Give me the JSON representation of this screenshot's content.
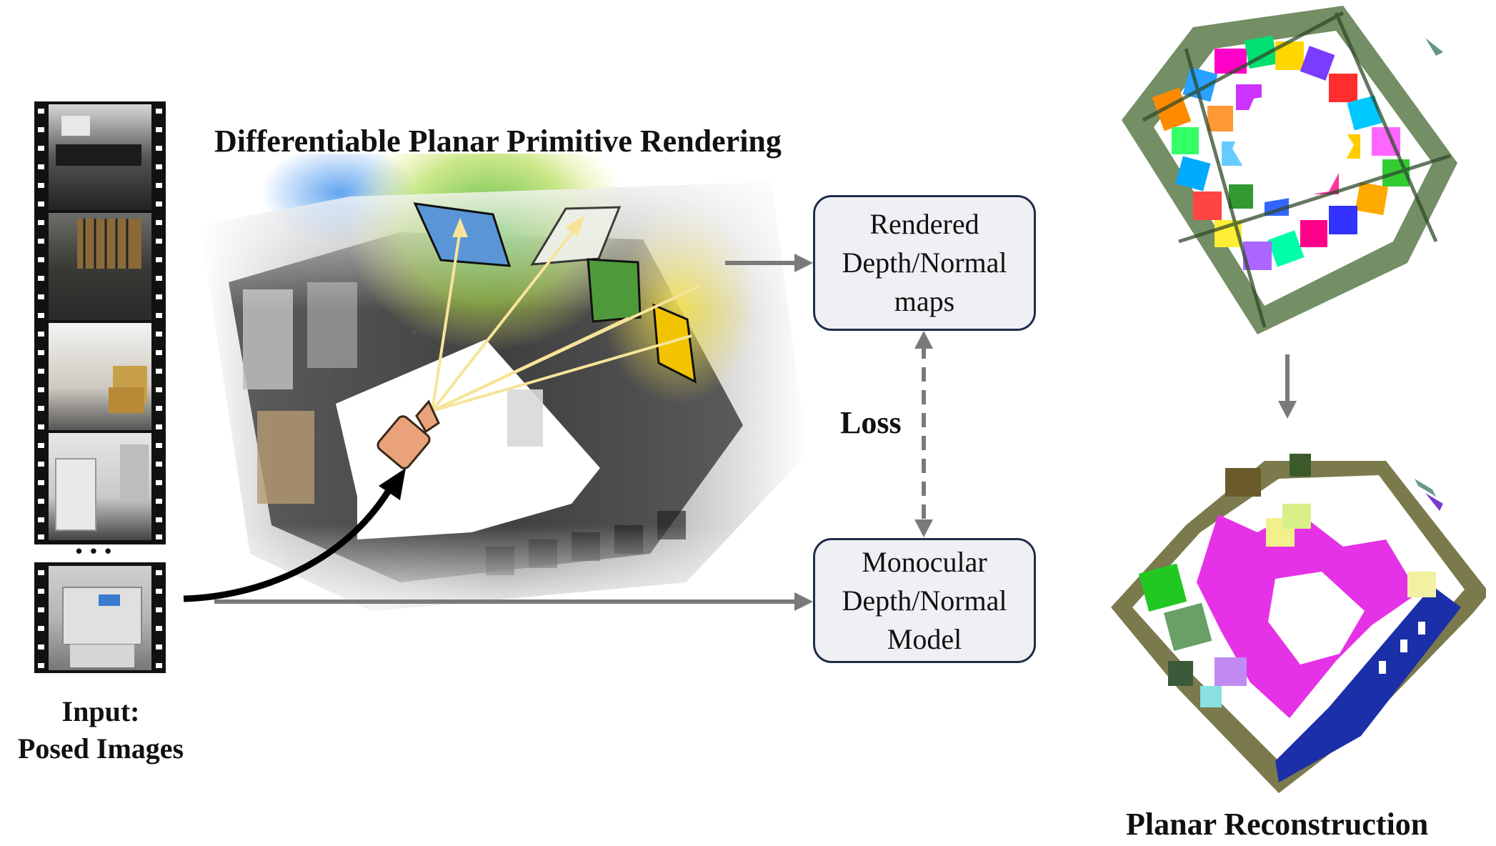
{
  "figure": {
    "title": "Differentiable Planar Primitive Rendering",
    "input_label_line1": "Input:",
    "input_label_line2": "Posed Images",
    "ellipsis": "• • •",
    "rendered_box": [
      "Rendered",
      "Depth/Normal",
      "maps"
    ],
    "loss_label": "Loss",
    "mono_box": [
      "Monocular",
      "Depth/Normal",
      "Model"
    ],
    "output_label": "Planar Reconstruction"
  },
  "colors": {
    "arrow_gray": "#7a7a7a",
    "box_border": "#1f2d4a",
    "box_fill": "#eef0f3",
    "plane_blue": "#4f93d8",
    "plane_green": "#4e9a3a",
    "plane_yellow": "#f2c300",
    "camera": "#e9a27a",
    "ray": "#f7e49a",
    "magenta": "#e632e6",
    "navy": "#1a2fa8"
  }
}
